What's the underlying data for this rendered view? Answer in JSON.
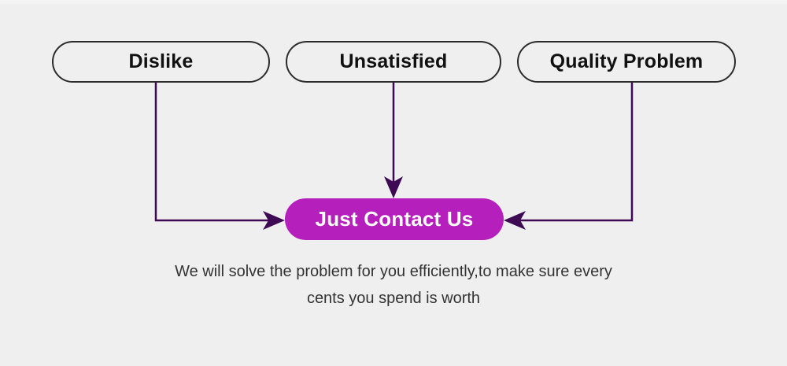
{
  "theme": {
    "background": "#efefef",
    "box_border": "#2b2b2b",
    "box_text": "#111111",
    "connector": "#3d0a53",
    "cta_fill": "#b520bd",
    "cta_text": "#ffffff",
    "caption_text": "#333333"
  },
  "reasons": [
    {
      "label": "Dislike",
      "name": "reason-box-dislike"
    },
    {
      "label": "Unsatisfied",
      "name": "reason-box-unsatisfied"
    },
    {
      "label": "Quality Problem",
      "name": "reason-box-quality-problem"
    }
  ],
  "cta": {
    "label": "Just Contact Us"
  },
  "caption": {
    "line1": "We will solve the problem for you efficiently,to make sure every",
    "line2": "cents you spend is worth"
  }
}
